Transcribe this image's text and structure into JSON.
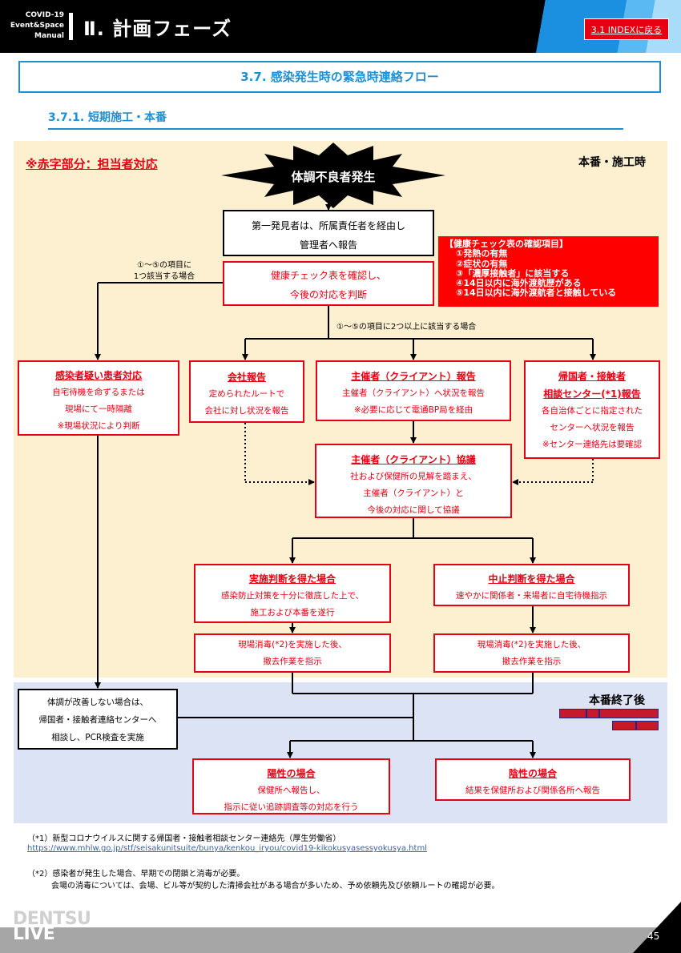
{
  "header": {
    "brand": [
      "COVID-19",
      "Event&Space",
      "Manual"
    ],
    "title": "Ⅱ. 計画フェーズ",
    "index_button": "3.1 INDEXに戻る"
  },
  "section_title": "3.7. 感染発生時の緊急時連絡フロー",
  "subsection_title": "3.7.1. 短期施工・本番",
  "flow": {
    "red_note": "※赤字部分：担当者対応",
    "label_during": "本番・施工時",
    "label_after": "本番終了後",
    "start": "体調不良者発生",
    "first_finder": [
      "第一発見者は、所属責任者を経由し",
      "管理者へ報告"
    ],
    "health_check": [
      "健康チェック表を確認し、",
      "今後の対応を判断"
    ],
    "check_items": {
      "title": "【健康チェック表の確認項目】",
      "items": [
        "①発熱の有無",
        "②症状の有無",
        "③「濃厚接触者」に該当する",
        "④14日以内に海外渡航歴がある",
        "⑤14日以内に海外渡航者と接触している"
      ]
    },
    "branch_one": [
      "①～⑤の項目に",
      "1つ該当する場合"
    ],
    "branch_two": "①～⑤の項目に2つ以上に該当する場合",
    "suspect": {
      "title": "感染者疑い患者対応",
      "lines": [
        "自宅待機を命ずるまたは",
        "現場にて一時隔離",
        "※現場状況により判断"
      ]
    },
    "company": {
      "title": "会社報告",
      "lines": [
        "定められたルートで",
        "会社に対し状況を報告"
      ]
    },
    "client_report": {
      "title": "主催者（クライアント）報告",
      "lines": [
        "主催者（クライアント）へ状況を報告",
        "※必要に応じて電通BP局を経由"
      ]
    },
    "returnee": {
      "title1": "帰国者・接触者",
      "title2": "相談センター(*1)報告",
      "lines": [
        "各自治体ごとに指定された",
        "センターへ状況を報告",
        "※センター連絡先は要確認"
      ]
    },
    "consult": {
      "title": "主催者（クライアント）協議",
      "lines": [
        "社および保健所の見解を踏まえ、",
        "主催者（クライアント）と",
        "今後の対応に関して協議"
      ]
    },
    "proceed": {
      "title": "実施判断を得た場合",
      "lines": [
        "感染防止対策を十分に徹底した上で、",
        "施工および本番を遂行"
      ]
    },
    "stop": {
      "title": "中止判断を得た場合",
      "lines": [
        "速やかに関係者・来場者に自宅待機指示"
      ]
    },
    "disinfect_left": [
      "現場消毒(*2)を実施した後、",
      "撤去作業を指示"
    ],
    "disinfect_right": [
      "現場消毒(*2)を実施した後、",
      "撤去作業を指示"
    ],
    "pcr": [
      "体調が改善しない場合は、",
      "帰国者・接触者連絡センターへ",
      "相談し、PCR検査を実施"
    ],
    "positive": {
      "title": "陽性の場合",
      "lines": [
        "保健所へ報告し、",
        "指示に従い追跡調査等の対応を行う"
      ]
    },
    "negative": {
      "title": "陰性の場合",
      "lines": [
        "結果を保健所および関係各所へ報告"
      ]
    }
  },
  "footnotes": {
    "fn1": "（*1）新型コロナウイルスに関する帰国者・接触者相談センター連絡先（厚生労働省）",
    "fn1_url": "https://www.mhlw.go.jp/stf/seisakunitsuite/bunya/kenkou_iryou/covid19-kikokusyasessyokusya.html",
    "fn2_line1": "（*2）感染者が発生した場合、早期での閉鎖と消毒が必要。",
    "fn2_line2": "会場の消毒については、会場、ビル等が契約した清掃会社がある場合が多いため、予め依頼先及び依頼ルートの確認が必要。"
  },
  "footer": {
    "logo": [
      "DENTSU",
      "LIVE"
    ],
    "page": "45"
  },
  "colors": {
    "accent_blue": "#1e8fd4",
    "alert_red": "#e60012",
    "performance_bg": "#fdf0d0",
    "after_bg": "#dbe3f4"
  }
}
